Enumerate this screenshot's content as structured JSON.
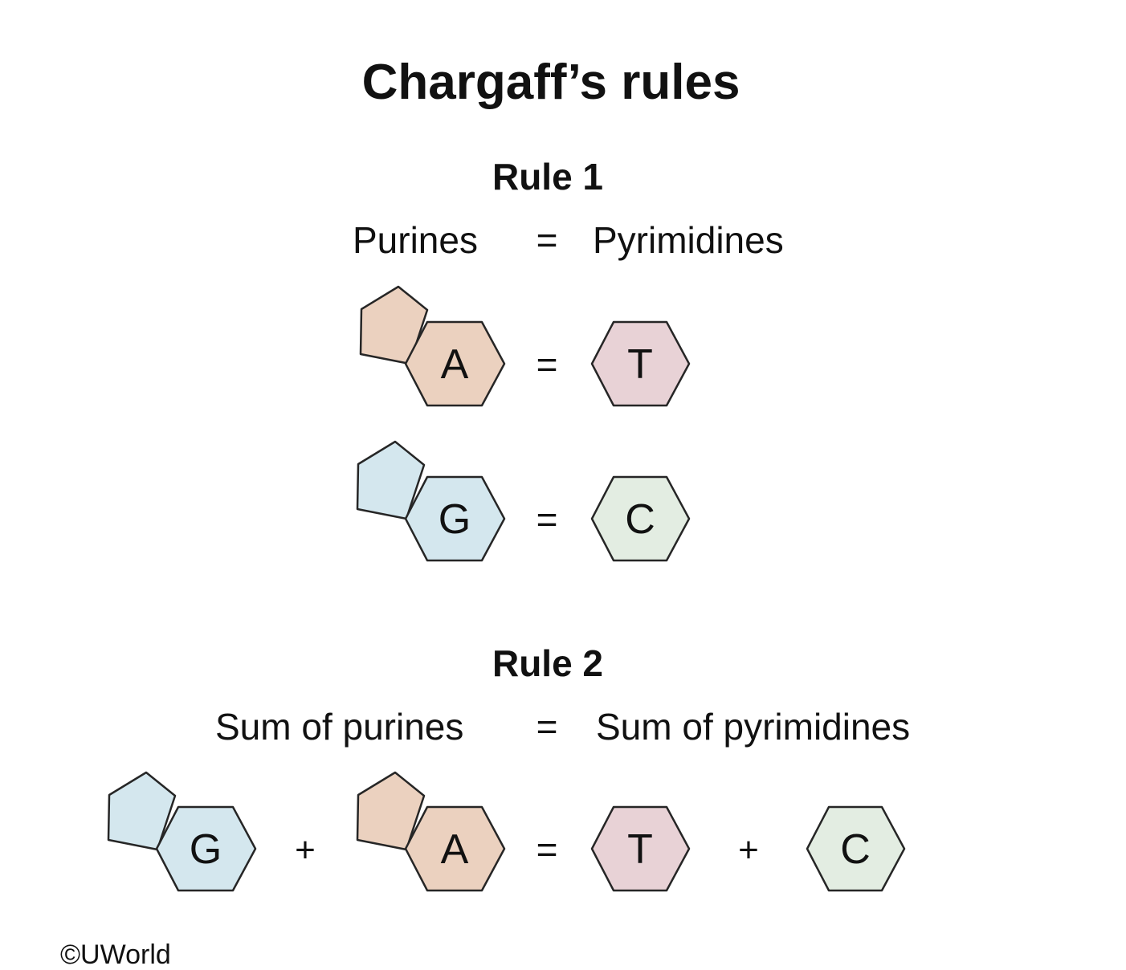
{
  "title": "Chargaff’s rules",
  "rule1": {
    "heading": "Rule 1",
    "left_label": "Purines",
    "equals": "=",
    "right_label": "Pyrimidines",
    "pairs": [
      {
        "purine": "A",
        "equals": "=",
        "pyrimidine": "T"
      },
      {
        "purine": "G",
        "equals": "=",
        "pyrimidine": "C"
      }
    ]
  },
  "rule2": {
    "heading": "Rule 2",
    "left_label": "Sum of purines",
    "equals": "=",
    "right_label": "Sum of pyrimidines",
    "equation": {
      "purine_1": "G",
      "plus_1": "+",
      "purine_2": "A",
      "equals": "=",
      "pyrimidine_1": "T",
      "plus_2": "+",
      "pyrimidine_2": "C"
    }
  },
  "copyright": "©UWorld",
  "colors": {
    "adenine": "#ebd1bf",
    "guanine": "#d4e7ee",
    "thymine": "#e8d2d6",
    "cytosine": "#e3ede2",
    "outline": "#262626"
  }
}
